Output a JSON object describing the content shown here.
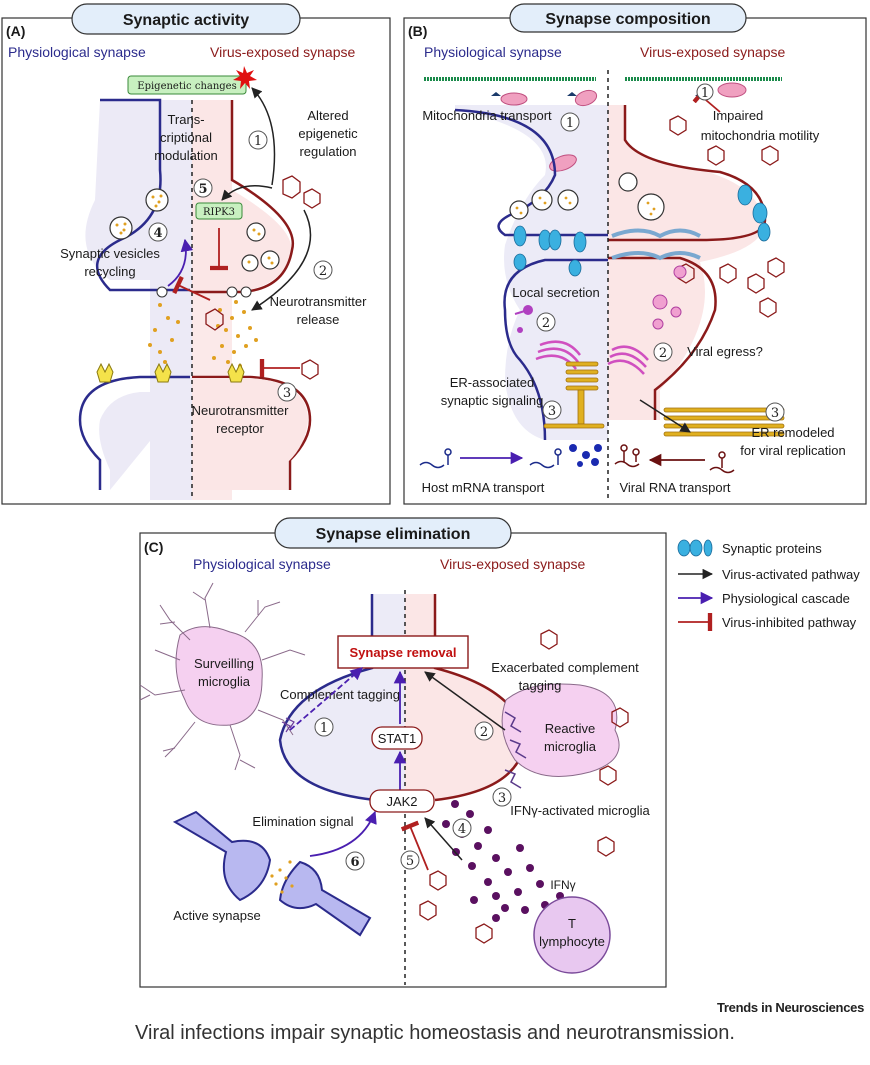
{
  "panels": {
    "a": {
      "letter": "(A)",
      "title": "Synaptic activity",
      "left_heading": "Physiological synapse",
      "right_heading": "Virus-exposed synapse",
      "labels": {
        "epigenetic_box": "Epigenetic changes",
        "transcriptional_1": "Trans-",
        "transcriptional_2": "criptional",
        "transcriptional_3": "modulation",
        "altered_1": "Altered",
        "altered_2": "epigenetic",
        "altered_3": "regulation",
        "ripk3": "RIPK3",
        "vesicles_1": "Synaptic vesicles",
        "vesicles_2": "recycling",
        "nt_release_1": "Neurotransmitter",
        "nt_release_2": "release",
        "nt_receptor_1": "Neurotransmitter",
        "nt_receptor_2": "receptor"
      },
      "numbers": [
        "①",
        "②",
        "③",
        "4",
        "5"
      ]
    },
    "b": {
      "letter": "(B)",
      "title": "Synapse composition",
      "left_heading": "Physiological synapse",
      "right_heading": "Virus-exposed synapse",
      "labels": {
        "mito_transport": "Mitochondria transport",
        "impaired_1": "Impaired",
        "impaired_2": "mitochondria motility",
        "local_secretion": "Local secretion",
        "viral_egress": "Viral egress?",
        "er_assoc_1": "ER-associated",
        "er_assoc_2": "synaptic signaling",
        "er_remodeled_1": "ER remodeled",
        "er_remodeled_2": "for viral replication",
        "host_mrna": "Host mRNA transport",
        "viral_rna": "Viral RNA transport"
      }
    },
    "c": {
      "letter": "(C)",
      "title": "Synapse elimination",
      "left_heading": "Physiological synapse",
      "right_heading": "Virus-exposed synapse",
      "labels": {
        "synapse_removal": "Synapse removal",
        "surveilling_1": "Surveilling",
        "surveilling_2": "microglia",
        "complement_tagging": "Complement tagging",
        "exacerbated_1": "Exacerbated complement",
        "exacerbated_2": "tagging",
        "reactive_1": "Reactive",
        "reactive_2": "microglia",
        "stat1": "STAT1",
        "jak2": "JAK2",
        "ifng_microglia": "IFNγ-activated microglia",
        "elimination_signal": "Elimination signal",
        "active_synapse": "Active synapse",
        "ifng": "IFNγ",
        "t_1": "T",
        "t_2": "lymphocyte"
      }
    }
  },
  "legend": {
    "synaptic_proteins": "Synaptic proteins",
    "virus_activated": "Virus-activated pathway",
    "physiological": "Physiological cascade",
    "virus_inhibited": "Virus-inhibited pathway"
  },
  "credit": "Trends in Neurosciences",
  "caption": "Viral infections impair synaptic homeostasis and neurotransmission.",
  "colors": {
    "physiological": "#2b2b8c",
    "virus": "#8b1a1a",
    "physio_fill": "#e8e8f4",
    "virus_fill": "#fbe6e6",
    "panel_title_fill": "#e3eefa",
    "vesicle_dot": "#e0a020",
    "ifng_dot": "#5a1060"
  }
}
